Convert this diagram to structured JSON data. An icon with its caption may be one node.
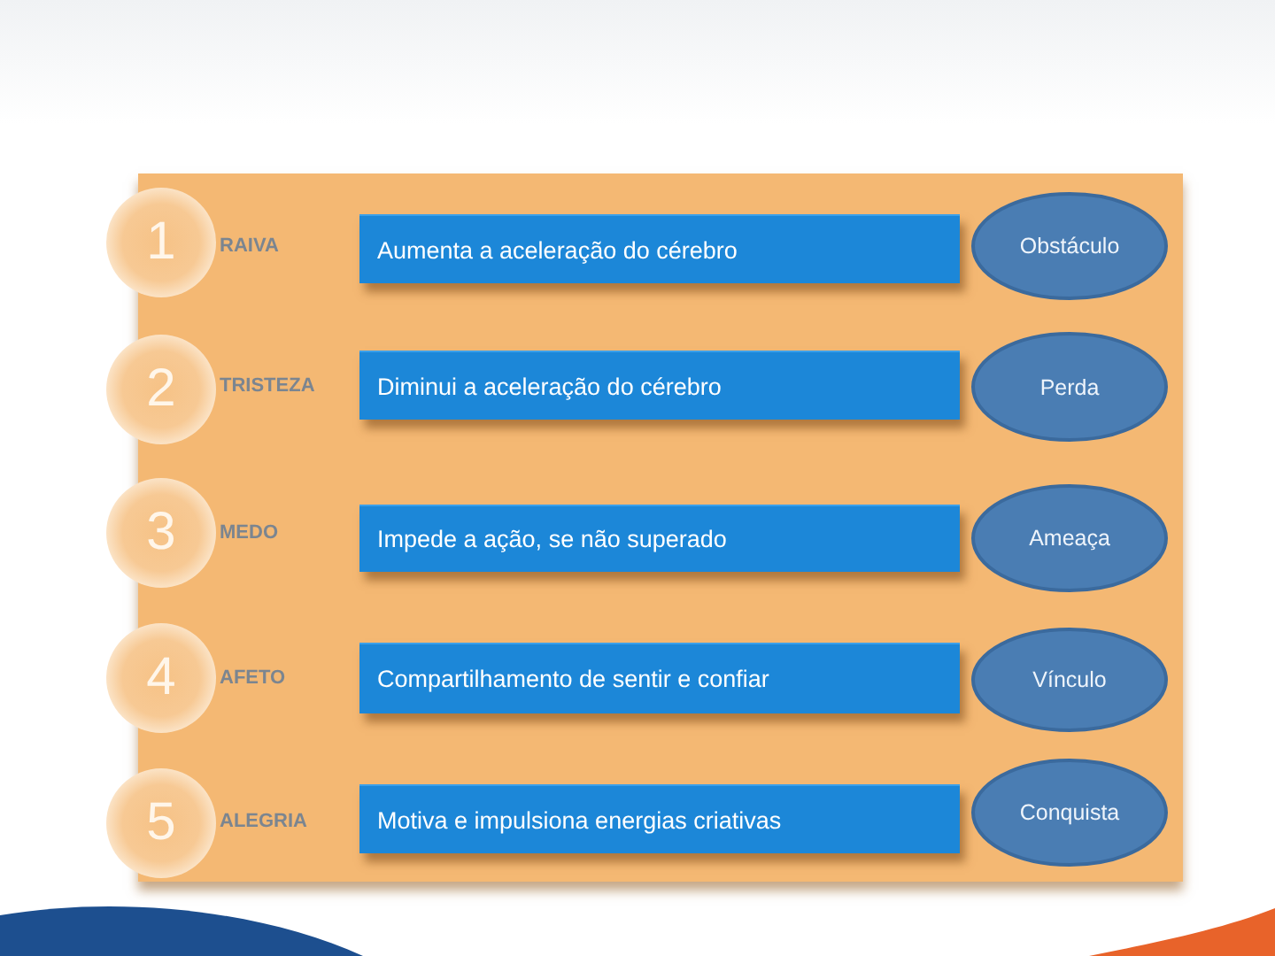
{
  "diagram": {
    "nodes": [
      {
        "text": [],
        "shape": "box"
      },
      {
        "text": [
          "1"
        ],
        "beside": [
          "RAIVA"
        ]
      },
      {
        "text": [
          "Aumenta a aceleração do cérebro"
        ],
        "in": 0
      },
      {
        "text": [
          "Obstáculo"
        ],
        "in": 0
      },
      {
        "text": [
          "2"
        ],
        "beside": [
          "TRISTEZA"
        ]
      },
      {
        "text": [
          "Diminui a aceleração do cérebro"
        ],
        "in": 0
      },
      {
        "text": [
          "Perda"
        ],
        "in": 0
      },
      {
        "text": [
          "3"
        ],
        "beside": [
          "MEDO"
        ]
      },
      {
        "text": [
          "Impede a ação, se não superado"
        ],
        "in": 0
      },
      {
        "text": [
          "Ameaça"
        ],
        "in": 0
      },
      {
        "text": [
          "4"
        ],
        "beside": [
          "AFETO"
        ]
      },
      {
        "text": [
          "Compartilhamento de sentir e confiar"
        ],
        "in": 0
      },
      {
        "text": [
          "Vínculo"
        ],
        "in": 0
      },
      {
        "text": [
          "5"
        ],
        "beside": [
          "ALEGRIA"
        ]
      },
      {
        "text": [
          "Motiva e impulsiona energias criativas"
        ],
        "in": 0
      },
      {
        "text": [
          "Conquista"
        ],
        "in": 0
      }
    ]
  }
}
